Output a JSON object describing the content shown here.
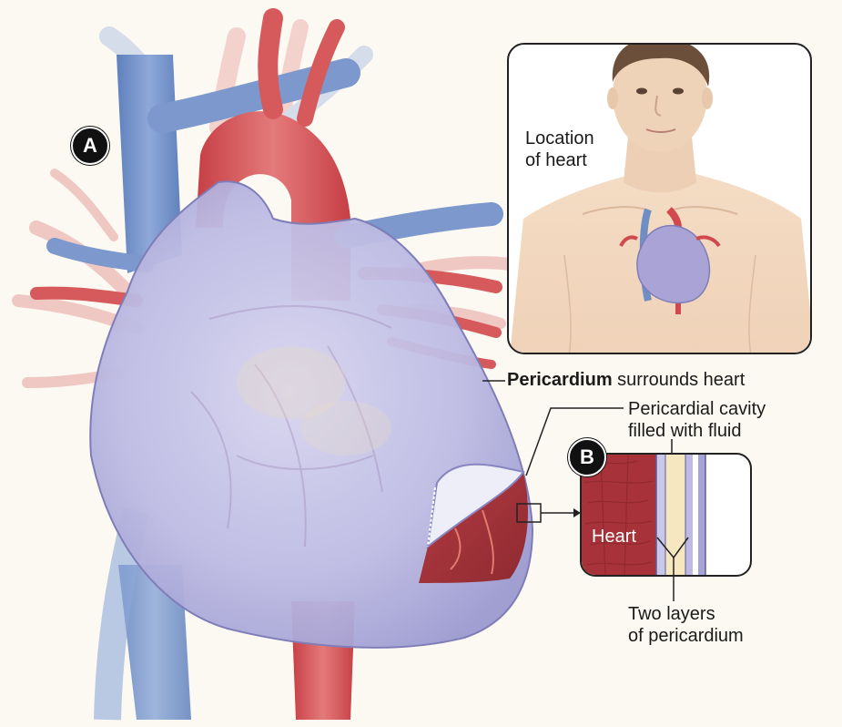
{
  "badges": {
    "a": "A",
    "b": "B"
  },
  "labels": {
    "location_line1": "Location",
    "location_line2": "of heart",
    "pericardium_bold": "Pericardium",
    "pericardium_rest": " surrounds heart",
    "cavity_line1": "Pericardial cavity",
    "cavity_line2": "filled with fluid",
    "heart": "Heart",
    "layers_line1": "Two layers",
    "layers_line2": "of pericardium"
  },
  "colors": {
    "vein_blue": "#6f8fc4",
    "artery_red": "#d2494d",
    "pericardium_lavender": "#b9b8e0",
    "heart_muscle": "#a8323a",
    "fluid": "#f6e7c0"
  }
}
